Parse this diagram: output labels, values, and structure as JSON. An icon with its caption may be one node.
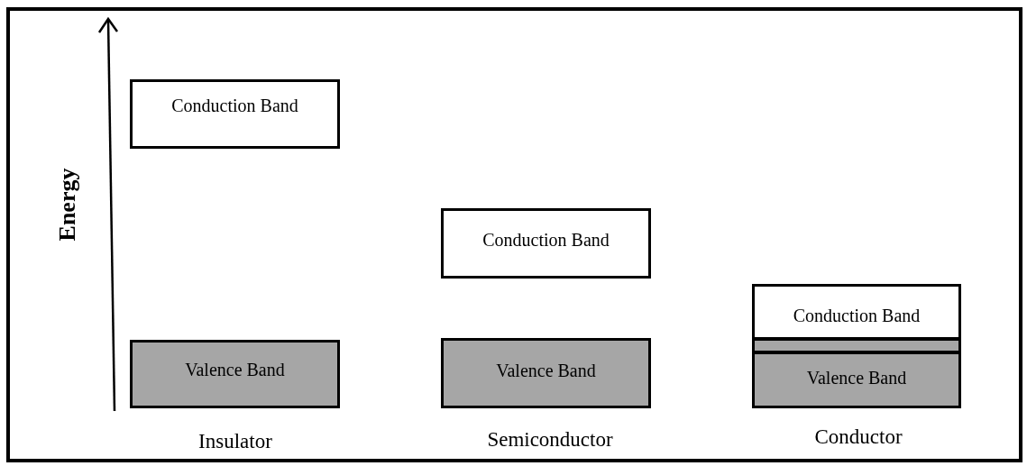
{
  "diagram": {
    "nodes": [
      {
        "text": [
          "Conduction Band"
        ]
      },
      {
        "text": [
          "Valence Band"
        ]
      },
      {
        "text": [
          "Conduction Band"
        ]
      },
      {
        "text": [
          "Valence Band"
        ]
      },
      {
        "text": [
          "Conduction Band"
        ]
      },
      {
        "text": [],
        "shape": "bar"
      },
      {
        "text": [
          "Valence Band"
        ]
      }
    ],
    "edges": [],
    "labels": [
      "Energy",
      "Insulator",
      "Semiconductor",
      "Conductor"
    ]
  }
}
